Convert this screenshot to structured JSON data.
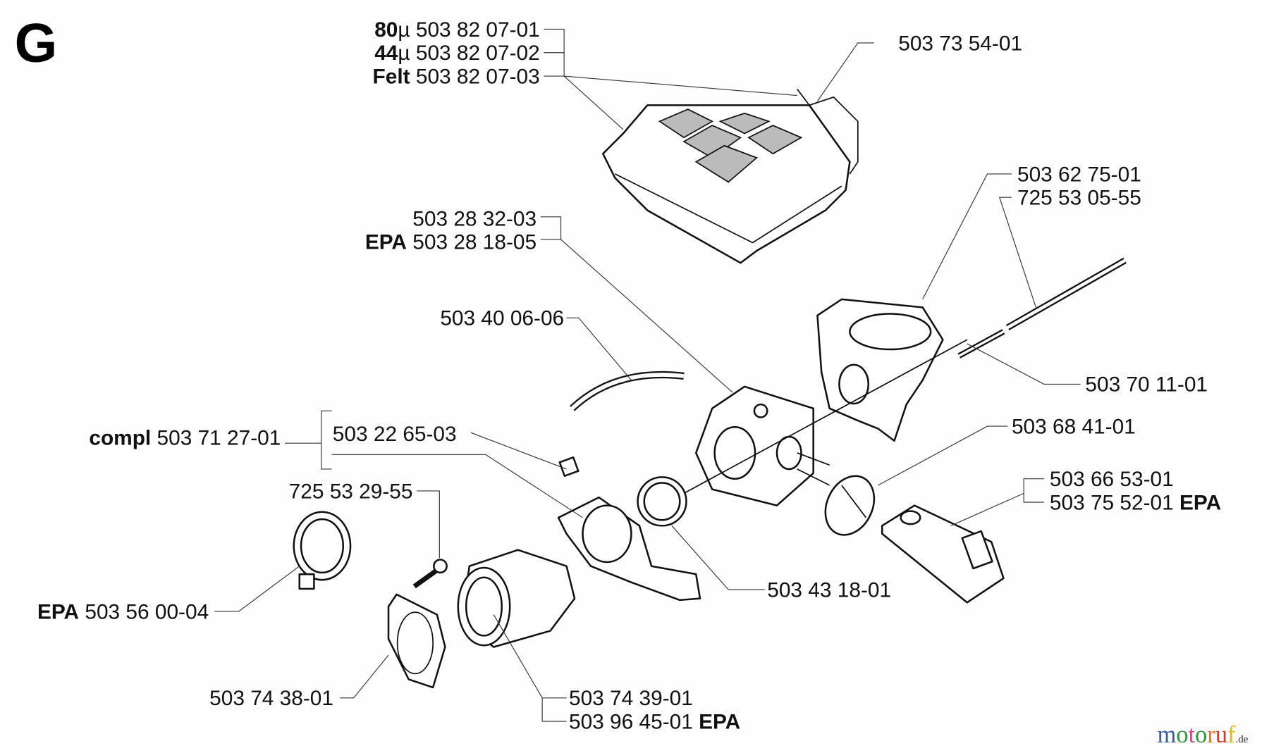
{
  "section_letter": "G",
  "labels": {
    "filter_80": {
      "prefix": "80",
      "unit": "µ",
      "part": "503 82 07-01"
    },
    "filter_44": {
      "prefix": "44",
      "unit": "µ",
      "part": "503 82 07-02"
    },
    "filter_felt": {
      "prefix": "Felt",
      "part": "503 82 07-03"
    },
    "cover_clip": {
      "part": "503 73 54-01"
    },
    "carb_a": {
      "part": "503 28 32-03"
    },
    "carb_epa": {
      "prefix": "EPA",
      "part": "503 28 18-05"
    },
    "flange": {
      "part": "503 62 75-01"
    },
    "bolt": {
      "part": "725 53 05-55"
    },
    "hose": {
      "part": "503 40 06-06"
    },
    "pin": {
      "part": "503 70 11-01"
    },
    "choke": {
      "part": "503 68 41-01"
    },
    "compl": {
      "prefix": "compl",
      "part": "503 71 27-01"
    },
    "bracket": {
      "part": "503 22 65-03"
    },
    "guide_a": {
      "part": "503 66 53-01"
    },
    "guide_epa": {
      "part": "503 75 52-01",
      "suffix": "EPA"
    },
    "screw": {
      "part": "725 53 29-55"
    },
    "ring": {
      "part": "503 43 18-01"
    },
    "clamp_epa": {
      "prefix": "EPA",
      "part": "503 56 00-04"
    },
    "gasket": {
      "part": "503 74 38-01"
    },
    "intake_a": {
      "part": "503 74 39-01"
    },
    "intake_epa": {
      "part": "503 96 45-01",
      "suffix": "EPA"
    }
  },
  "watermark": {
    "text": "motoruf",
    "tld": ".de",
    "colors": [
      "#3b5aa8",
      "#2e9a3e",
      "#e0467a",
      "#2e9a3e",
      "#e07a20",
      "#d23a2a",
      "#e8b820"
    ]
  }
}
